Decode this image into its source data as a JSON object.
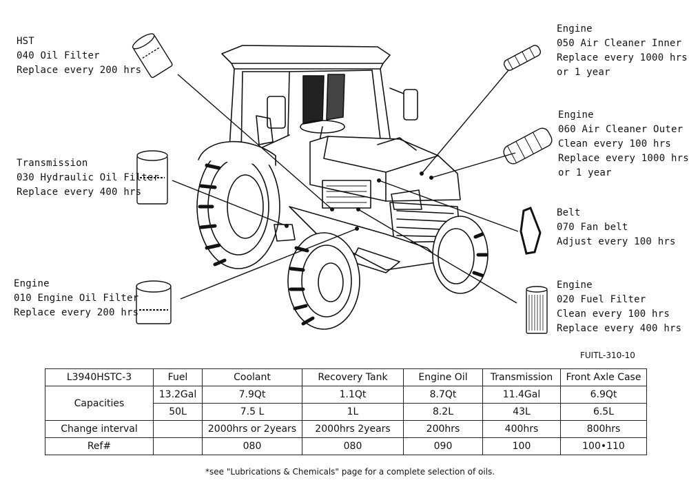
{
  "callouts": {
    "hst_oil_filter": [
      "HST",
      "040 Oil Filter",
      "Replace every 200 hrs"
    ],
    "transmission_filter": [
      "Transmission",
      "030 Hydraulic Oil Filter",
      "Replace every 400 hrs"
    ],
    "engine_oil_filter": [
      "Engine",
      "010 Engine Oil Filter",
      "Replace every 200 hrs"
    ],
    "air_cleaner_inner": [
      "Engine",
      "050 Air Cleaner Inner",
      "Replace every 1000 hrs",
      "or 1 year"
    ],
    "air_cleaner_outer": [
      "Engine",
      "060 Air Cleaner Outer",
      "Clean every 100 hrs",
      "Replace every 1000 hrs",
      "or 1 year"
    ],
    "fan_belt": [
      "Belt",
      "070 Fan belt",
      "Adjust every 100 hrs"
    ],
    "fuel_filter": [
      "Engine",
      "020 Fuel Filter",
      "Clean every 100 hrs",
      "Replace every 400 hrs"
    ]
  },
  "figure_code": "FUITL-310-10",
  "table": {
    "model": "L3940HSTC-3",
    "headers": [
      "Fuel",
      "Coolant",
      "Recovery Tank",
      "Engine Oil",
      "Transmission",
      "Front Axle Case"
    ],
    "capacities_label": "Capacities",
    "capacities_us": [
      "13.2Gal",
      "7.9Qt",
      "1.1Qt",
      "8.7Qt",
      "11.4Gal",
      "6.9Qt"
    ],
    "capacities_metric": [
      "50L",
      "7.5 L",
      "1L",
      "8.2L",
      "43L",
      "6.5L"
    ],
    "change_interval_label": "Change interval",
    "change_interval": [
      "",
      "2000hrs or 2years",
      "2000hrs 2years",
      "200hrs",
      "400hrs",
      "800hrs"
    ],
    "ref_label": "Ref#",
    "ref": [
      "",
      "080",
      "080",
      "090",
      "100",
      "100•110"
    ]
  },
  "footnote": "*see \"Lubrications & Chemicals\" page for a complete selection of oils."
}
